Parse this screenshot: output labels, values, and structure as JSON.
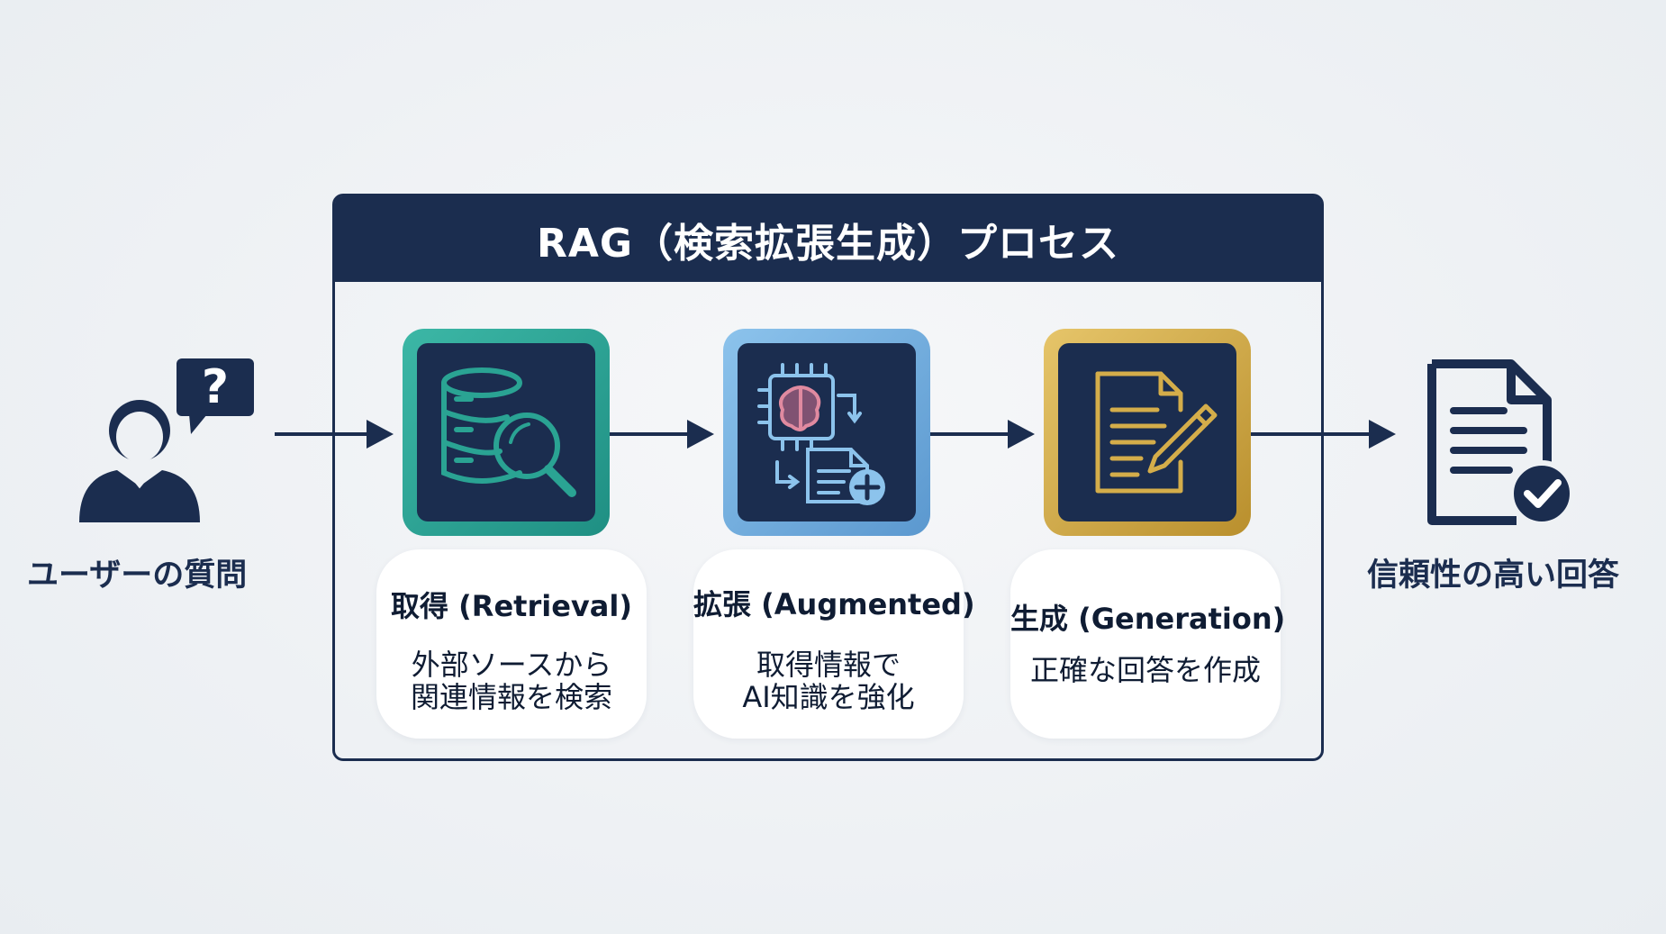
{
  "header": {
    "title": "RAG（検索拡張生成）プロセス"
  },
  "input": {
    "label": "ユーザーの質問",
    "bubble_glyph": "?"
  },
  "output": {
    "label": "信頼性の高い回答"
  },
  "steps": [
    {
      "title": "取得 (Retrieval)",
      "desc": "外部ソースから\n関連情報を検索",
      "icon": "database-search-icon",
      "accent": "#2aa393"
    },
    {
      "title": "拡張 (Augmented)",
      "desc": "取得情報で\nAI知識を強化",
      "icon": "brain-chip-document-icon",
      "accent": "#6fabe0"
    },
    {
      "title": "生成 (Generation)",
      "desc": "正確な回答を作成",
      "icon": "document-pen-icon",
      "accent": "#d4ad4a"
    }
  ],
  "colors": {
    "navy": "#1b2d4f",
    "background": "#eef1f4",
    "card": "#ffffff"
  }
}
